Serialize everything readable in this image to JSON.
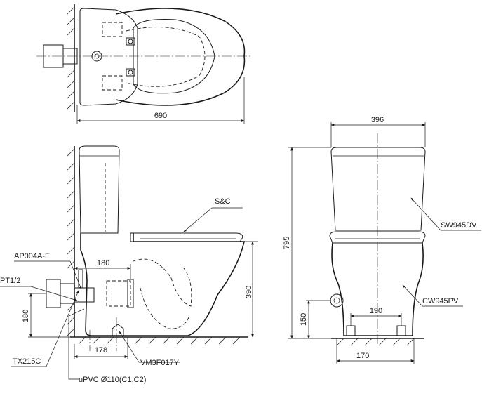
{
  "dimensions": {
    "top_length": "690",
    "cistern_width": "396",
    "total_height": "795",
    "rough_in_side": "180",
    "outlet_height": "390",
    "inlet_height": "180",
    "outlet_spacing": "178",
    "bolt_spacing": "190",
    "inlet_height_front": "150",
    "base_width": "170"
  },
  "labels": {
    "seat_cover": "S&C",
    "angle_valve": "AP004A-F",
    "thread": "PT1/2",
    "flex_hose": "TX215C",
    "pipe": "uPVC Ø110(C1,C2)",
    "bolt_kit": "VM3F017Y",
    "cistern": "SW945DV",
    "bowl": "CW945PV"
  }
}
